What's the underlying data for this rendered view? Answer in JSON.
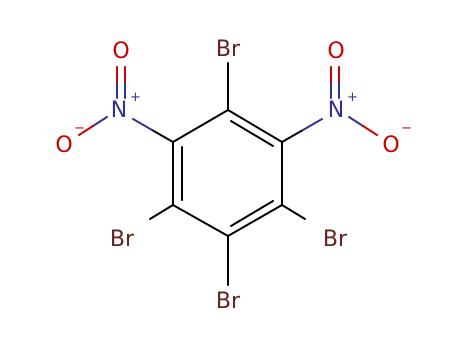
{
  "colors": {
    "bond": "#000000",
    "bromine": "#662222",
    "nitrogen": "#33338f",
    "oxygen": "#cc0000",
    "background": "#ffffff"
  },
  "molecule": {
    "atoms": [
      {
        "id": "br-top",
        "label": "Br",
        "element": "Br"
      },
      {
        "id": "br-left",
        "label": "Br",
        "element": "Br"
      },
      {
        "id": "br-right",
        "label": "Br",
        "element": "Br"
      },
      {
        "id": "br-bottom",
        "label": "Br",
        "element": "Br"
      },
      {
        "id": "n-left",
        "label": "N",
        "element": "N"
      },
      {
        "id": "n-left-charge",
        "label": "+",
        "element": "N"
      },
      {
        "id": "n-right",
        "label": "N",
        "element": "N"
      },
      {
        "id": "n-right-charge",
        "label": "+",
        "element": "N"
      },
      {
        "id": "o-left-top",
        "label": "O",
        "element": "O"
      },
      {
        "id": "o-left-bottom",
        "label": "O",
        "element": "O"
      },
      {
        "id": "o-left-charge",
        "label": "−",
        "element": "O"
      },
      {
        "id": "o-right-top",
        "label": "O",
        "element": "O"
      },
      {
        "id": "o-right-bottom",
        "label": "O",
        "element": "O"
      },
      {
        "id": "o-right-charge",
        "label": "−",
        "element": "O"
      }
    ]
  }
}
